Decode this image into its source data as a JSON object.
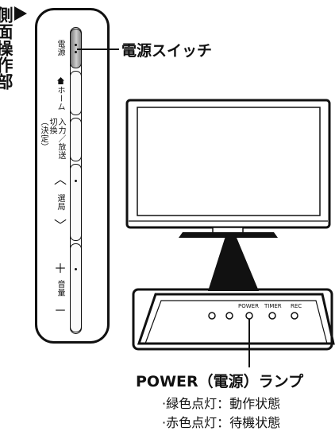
{
  "side_title": "側面操作部",
  "buttons": {
    "power": "電源",
    "home": "ホーム",
    "input_l1": "入力／放送",
    "input_l2": "切換",
    "input_l3": "（決定）",
    "channel": "選局",
    "volume": "音量",
    "up_symbol": "︿",
    "down_symbol": "﹀",
    "plus_symbol": "＋",
    "minus_symbol": "－"
  },
  "callouts": {
    "power_switch": "電源スイッチ",
    "power_lamp": "POWER（電源）ランプ",
    "green_on": "·緑色点灯：動作状態",
    "red_on": "·赤色点灯：待機状態"
  },
  "lamp_panel": {
    "power": "POWER",
    "timer": "TIMER",
    "rec": "REC"
  },
  "colors": {
    "line": "#111111",
    "background": "#ffffff"
  }
}
